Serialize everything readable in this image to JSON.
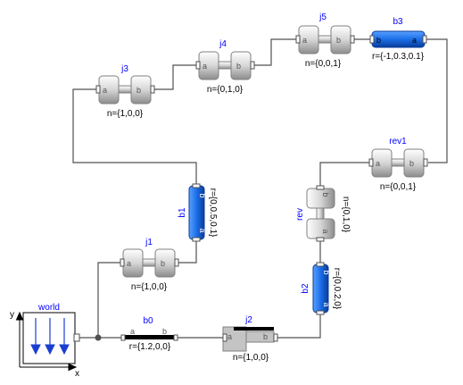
{
  "diagram": {
    "components": {
      "world": {
        "name": "world",
        "axis_x": "x",
        "axis_y": "y"
      },
      "b0": {
        "name": "b0",
        "param": "r={1.2,0,0}",
        "port_a": "a",
        "port_b": "b"
      },
      "j1": {
        "name": "j1",
        "param": "n={1,0,0}",
        "port_a": "a",
        "port_b": "b"
      },
      "b1": {
        "name": "b1",
        "param": "r={0,0.5,0.1}",
        "port_a": "a",
        "port_b": "b"
      },
      "j3": {
        "name": "j3",
        "param": "n={1,0,0}",
        "port_a": "a",
        "port_b": "b"
      },
      "j4": {
        "name": "j4",
        "param": "n={0,1,0}",
        "port_a": "a",
        "port_b": "b"
      },
      "j5": {
        "name": "j5",
        "param": "n={0,0,1}",
        "port_a": "a",
        "port_b": "b"
      },
      "b3": {
        "name": "b3",
        "param": "r={-1,0.3,0.1}",
        "port_a": "a",
        "port_b": "b"
      },
      "rev1": {
        "name": "rev1",
        "param": "n={0,0,1}",
        "port_a": "a",
        "port_b": "b"
      },
      "rev": {
        "name": "rev",
        "param": "n={0,1,0}",
        "port_a": "a",
        "port_b": "b"
      },
      "b2": {
        "name": "b2",
        "param": "r={0,0.2,0}",
        "port_a": "a",
        "port_b": "b"
      },
      "j2": {
        "name": "j2",
        "param": "n={1,0,0}",
        "port_a": "a",
        "port_b": "b"
      }
    },
    "colors": {
      "body": "#1a6ee8",
      "joint": "#d8d8d8",
      "wire": "#505050",
      "label": "#0000ff",
      "gravity": "#1a3fd0"
    }
  }
}
